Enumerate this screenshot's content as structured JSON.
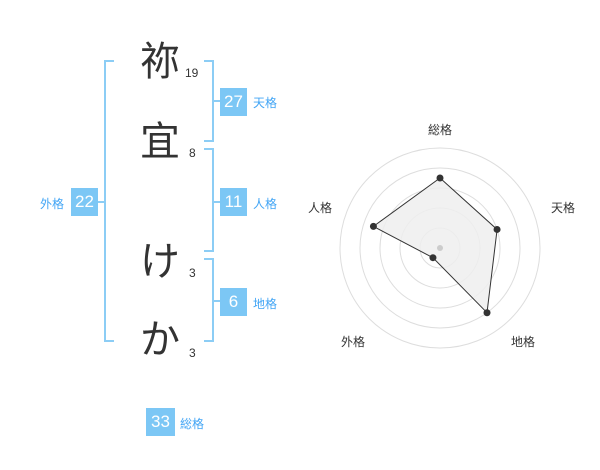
{
  "name": {
    "chars": [
      {
        "char": "祢",
        "strokes": "19"
      },
      {
        "char": "宜",
        "strokes": "8"
      },
      {
        "char": "け",
        "strokes": "3"
      },
      {
        "char": "か",
        "strokes": "3"
      }
    ]
  },
  "scores": {
    "tenkaku": {
      "value": "27",
      "label": "天格"
    },
    "jinkaku": {
      "value": "11",
      "label": "人格"
    },
    "chikaku": {
      "value": "6",
      "label": "地格"
    },
    "gaikaku": {
      "value": "22",
      "label": "外格"
    },
    "soukaku": {
      "value": "33",
      "label": "総格"
    }
  },
  "chart_data": {
    "type": "radar",
    "axes": [
      "総格",
      "天格",
      "地格",
      "外格",
      "人格"
    ],
    "values": [
      3.5,
      3,
      4,
      0.6,
      3.5
    ],
    "rmax": 5,
    "rings": 5,
    "colors": {
      "fill": "#efefef",
      "line": "#333333",
      "grid": "#dddddd"
    }
  }
}
